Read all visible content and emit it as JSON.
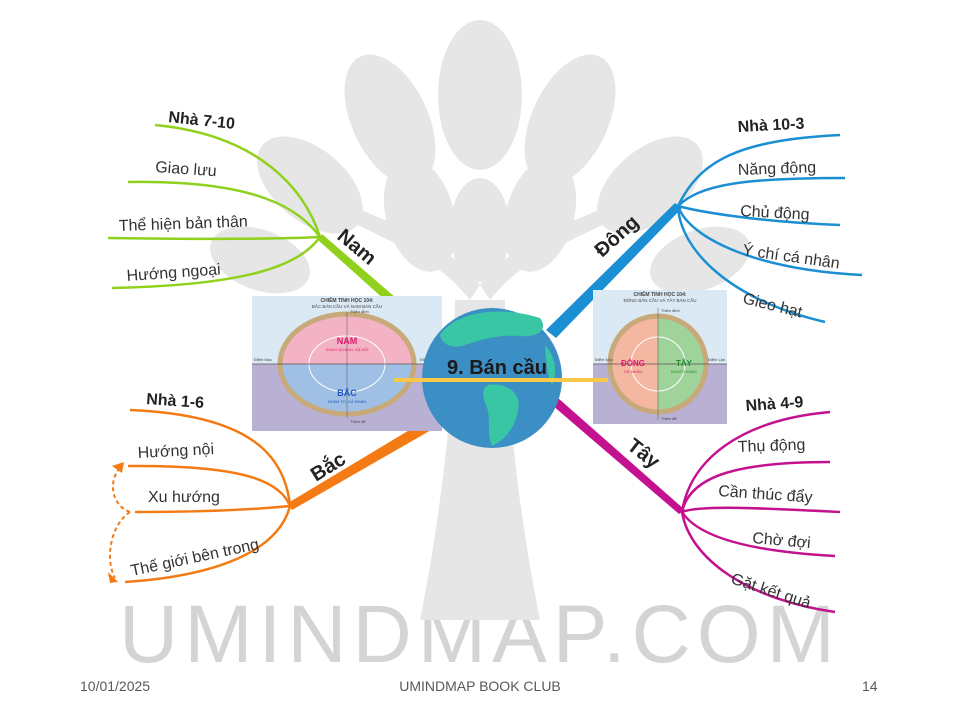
{
  "watermark": "UMINDMAP.COM",
  "center": {
    "title": "9. Bán cầu"
  },
  "branches": {
    "nam": {
      "label": "Nam",
      "color": "#8fd11c",
      "items": [
        "Nhà 7-10",
        "Giao lưu",
        "Thể hiện bản thân",
        "Hướng ngoại"
      ]
    },
    "dong": {
      "label": "Đông",
      "color": "#1a8fd3",
      "items": [
        "Nhà 10-3",
        "Năng động",
        "Chủ động",
        "Ý chí cá nhân",
        "Gieo hạt"
      ]
    },
    "bac": {
      "label": "Bắc",
      "color": "#f47b14",
      "items": [
        "Nhà 1-6",
        "Hướng nội",
        "Xu hướng",
        "Thế giới bên trong"
      ]
    },
    "tay": {
      "label": "Tây",
      "color": "#c4118f",
      "items": [
        "Nhà 4-9",
        "Thụ động",
        "Cần thúc đẩy",
        "Chờ đợi",
        "Gặt kết quả"
      ]
    }
  },
  "wheels": {
    "left": {
      "title1": "CHIÊM TINH HỌC 104:",
      "title2": "BẮC BÁN CẦU VÀ NAM BÁN CẦU",
      "top": "NAM",
      "bottom": "BẮC",
      "top_sub": "XUNG QUANH, XÃ HỘI",
      "bottom_sub": "NHÂN TỐ, CÁ NHÂN",
      "zenith": "Thiên đỉnh",
      "nadir": "Thiên để",
      "asc": "Điểm Mọc",
      "dsc": "Điểm Lặn"
    },
    "right": {
      "title1": "CHIÊM TINH HỌC 104:",
      "title2": "ĐÔNG BÁN CẦU VÀ TÂY BÁN CẦU",
      "left": "ĐÔNG",
      "right": "TÂY",
      "left_sub": "CÁ NHÂN",
      "right_sub": "NGƯỜI KHÁC",
      "zenith": "Thiên đỉnh",
      "nadir": "Thiên để",
      "asc": "Điểm Mọc",
      "dsc": "Điểm Lặn"
    }
  },
  "footer": {
    "date": "10/01/2025",
    "title": "UMINDMAP BOOK CLUB",
    "page": "14"
  }
}
